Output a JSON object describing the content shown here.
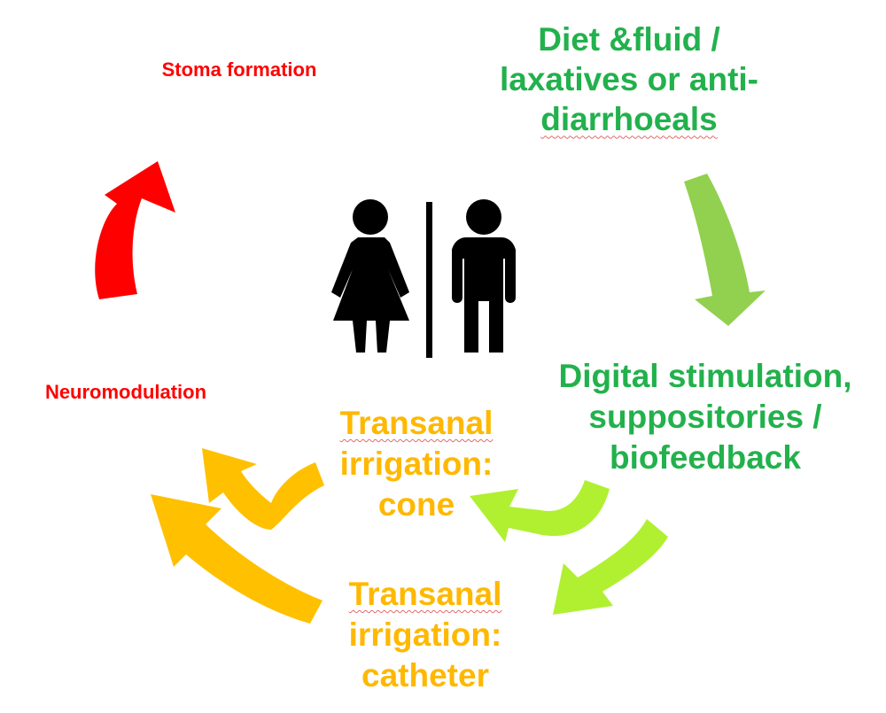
{
  "colors": {
    "red": "#ff0000",
    "green_text": "#22b14c",
    "green_arrow": "#92d050",
    "lime_arrow": "#b0f030",
    "orange_text": "#ffb800",
    "orange_arrow": "#ffc000",
    "icon": "#000000"
  },
  "icon": "restroom-icon",
  "labels": {
    "stoma": "Stoma formation",
    "neuromodulation": "Neuromodulation",
    "diet": {
      "line1": "Diet &fluid /",
      "line2": "laxatives or anti-",
      "line3": "diarrhoeals"
    },
    "digital": {
      "line1": "Digital stimulation,",
      "line2": "suppositories /",
      "line3": "biofeedback"
    },
    "cone": {
      "line1": "Transanal",
      "line2": "irrigation:",
      "line3": "cone"
    },
    "catheter": {
      "line1": "Transanal",
      "line2": "irrigation:",
      "line3": "catheter"
    }
  }
}
